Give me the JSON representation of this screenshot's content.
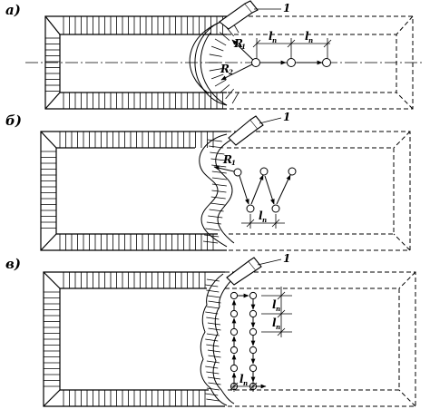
{
  "panels": [
    {
      "id": "a",
      "label": "а)",
      "callout": "1",
      "labels": {
        "r1": "R",
        "r1_sub": "1",
        "r2": "R",
        "r2_sub": "2",
        "l1": "l",
        "l1_sub": "п",
        "l2": "l",
        "l2_sub": "п"
      }
    },
    {
      "id": "b",
      "label": "б)",
      "callout": "1",
      "labels": {
        "r": "R",
        "r_sub": "1",
        "l": "l",
        "l_sub": "п"
      }
    },
    {
      "id": "c",
      "label": "в)",
      "callout": "1",
      "labels": {
        "l_bottom": "l",
        "l_bottom_sub": "п",
        "l_right_top": "l",
        "l_right_top_sub": "п",
        "l_right_bottom": "l",
        "l_right_bottom_sub": "п"
      }
    }
  ],
  "colors": {
    "line": "#000000",
    "background": "#ffffff"
  }
}
